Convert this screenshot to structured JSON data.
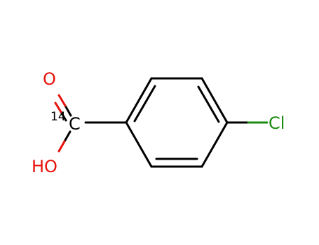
{
  "molecule": {
    "atoms": {
      "oxygen_carbonyl": {
        "label": "O",
        "color": "#e8120c"
      },
      "carbon": {
        "label": "C",
        "isotope": "14",
        "color": "#000000"
      },
      "hydroxyl": {
        "label": "HO",
        "color": "#e8120c"
      },
      "chlorine": {
        "label": "Cl",
        "color": "#1e8c14"
      }
    },
    "bond_color": "#000000"
  }
}
